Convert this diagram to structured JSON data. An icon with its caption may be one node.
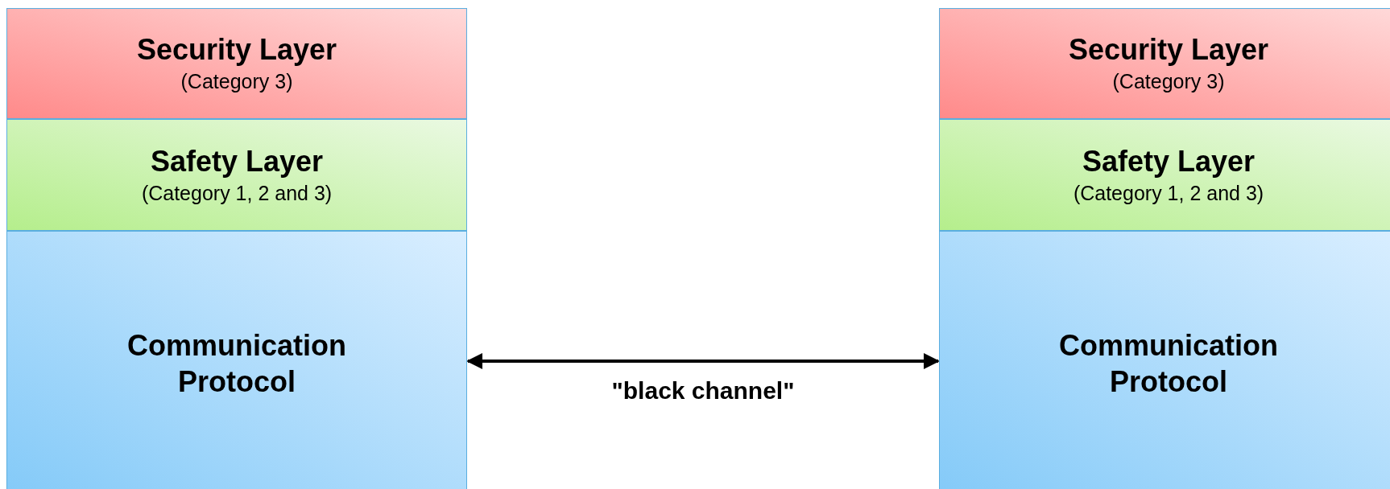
{
  "diagram": {
    "nodes": [
      {
        "text": [
          "Security Layer",
          "(Category 3)"
        ]
      },
      {
        "text": [
          "Safety Layer",
          "(Category 1, 2 and 3)"
        ]
      },
      {
        "text": [
          "Communication Protocol"
        ]
      },
      {
        "text": [
          "Security Layer",
          "(Category 3)"
        ]
      },
      {
        "text": [
          "Safety Layer",
          "(Category 1, 2 and 3)"
        ]
      },
      {
        "text": [
          "Communication Protocol"
        ]
      }
    ],
    "edges": [
      {
        "from": 2,
        "to": 5,
        "arrow": "both",
        "label": "\"black channel\""
      }
    ]
  }
}
